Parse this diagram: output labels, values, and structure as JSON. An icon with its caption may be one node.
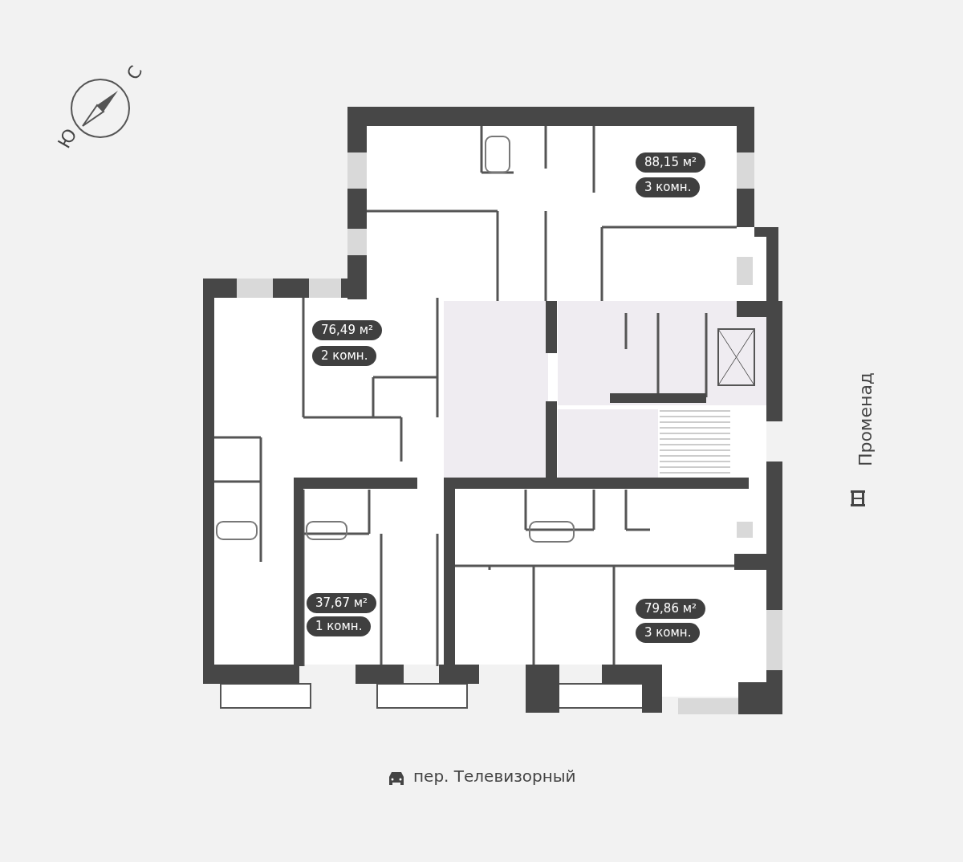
{
  "diagram": {
    "nodes": [
      {
        "text": [
          "88,15 м²"
        ]
      },
      {
        "text": [
          "3 комн."
        ]
      },
      {
        "text": [
          "76,49 м²"
        ]
      },
      {
        "text": [
          "2 комн."
        ]
      },
      {
        "text": [
          "37,67 м²"
        ]
      },
      {
        "text": [
          "1 комн."
        ]
      },
      {
        "text": [
          "79,86 м²"
        ]
      },
      {
        "text": [
          "3 комн."
        ]
      }
    ],
    "edges": [],
    "labels": [
      "Ю",
      "С",
      "Променад",
      "пер. Телевизорный"
    ]
  }
}
